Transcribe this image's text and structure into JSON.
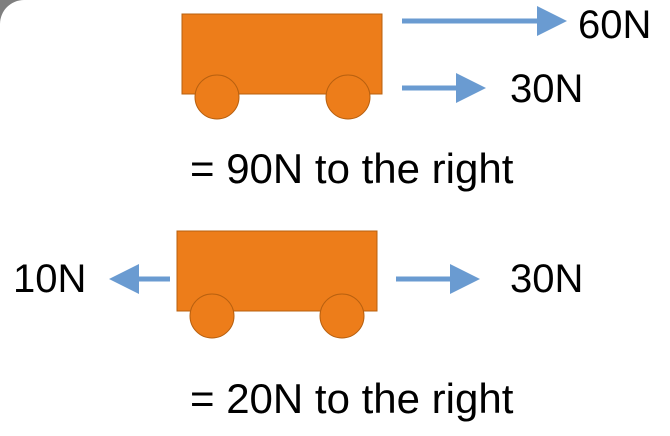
{
  "colors": {
    "cart_body": "#ED7D1A",
    "cart_outline": "#B8600F",
    "arrow": "#6A9BD1",
    "text": "#000000",
    "corner": "#7F7F7F"
  },
  "scenario1": {
    "forces": [
      {
        "label": "60N",
        "direction": "right"
      },
      {
        "label": "30N",
        "direction": "right"
      }
    ],
    "result": "= 90N to the right"
  },
  "scenario2": {
    "forces": [
      {
        "label": "10N",
        "direction": "left"
      },
      {
        "label": "30N",
        "direction": "right"
      }
    ],
    "result": "= 20N to the right"
  }
}
